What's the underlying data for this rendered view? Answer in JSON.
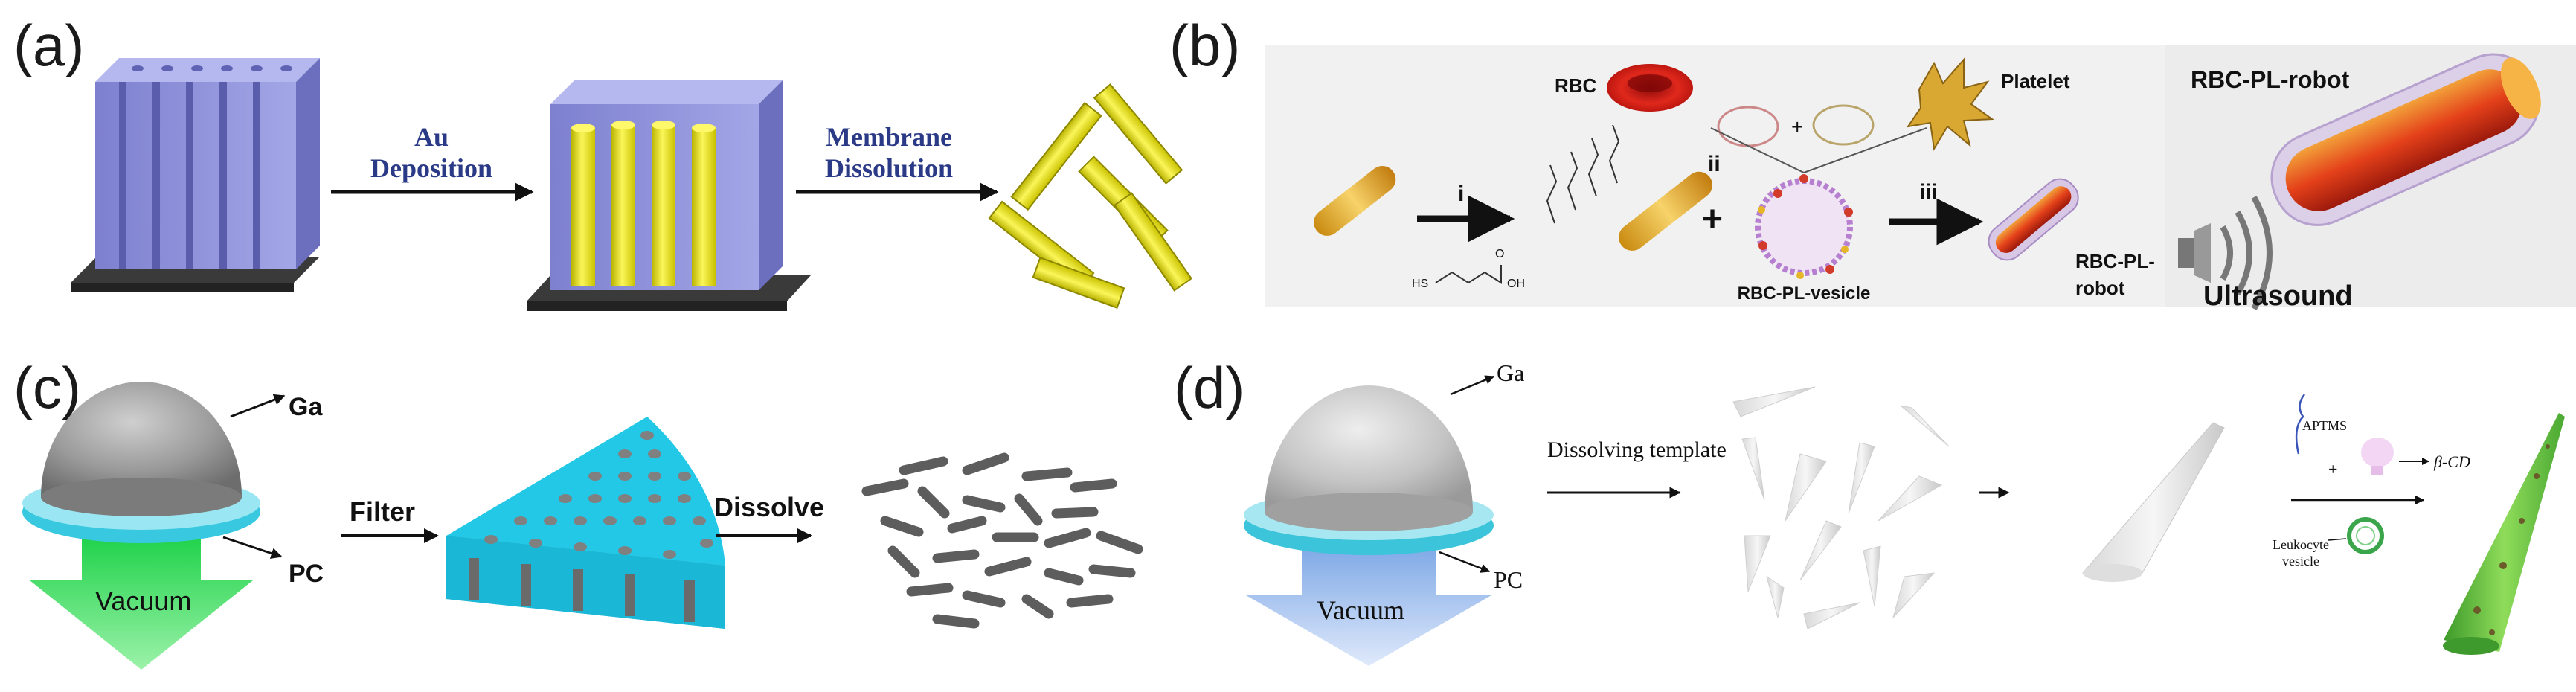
{
  "panels": {
    "a": {
      "label": "(a)",
      "step1": [
        "Au",
        "Deposition"
      ],
      "step2": [
        "Membrane",
        "Dissolution"
      ]
    },
    "b": {
      "label": "(b)",
      "rbc": "RBC",
      "platelet": "Platelet",
      "title_robot": "RBC-PL-robot",
      "step_i": "i",
      "step_ii": "ii",
      "step_iii": "iii",
      "plus": "+",
      "plus2": "+",
      "vesicle": "RBC-PL-vesicle",
      "robot_small": [
        "RBC-PL-",
        "robot"
      ],
      "ultrasound": "Ultrasound",
      "chem_hs": "HS",
      "chem_oh": "OH",
      "chem_o": "O"
    },
    "c": {
      "label": "(c)",
      "ga": "Ga",
      "pc": "PC",
      "vacuum": "Vacuum",
      "filter": "Filter",
      "dissolve": "Dissolve"
    },
    "d": {
      "label": "(d)",
      "ga": "Ga",
      "pc": "PC",
      "vacuum": "Vacuum",
      "dissolving": "Dissolving template",
      "aptms": "APTMS",
      "plus": "+",
      "cd": "β-CD",
      "leukocyte": [
        "Leukocyte",
        "vesicle"
      ]
    }
  },
  "colors": {
    "membrane": "#8b8fd6",
    "gold": "#e8e21a",
    "navy": "#2b3a86",
    "cyan": "#22d3e8",
    "green": "#3bdc56",
    "gray": "#6b6b6b"
  }
}
